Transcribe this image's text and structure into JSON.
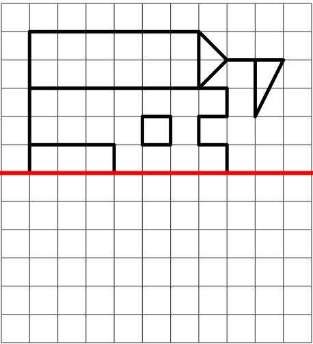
{
  "grid": {
    "columns": 11,
    "rows": 12,
    "line_color": "#4d4d4d",
    "background": "#ffffff"
  },
  "figure": {
    "stroke_color": "#000000",
    "polylines": [
      {
        "name": "body-outline",
        "points": [
          [
            1,
            6
          ],
          [
            1,
            1
          ],
          [
            7,
            1
          ],
          [
            8,
            2
          ],
          [
            7,
            3
          ],
          [
            1,
            3
          ]
        ]
      },
      {
        "name": "flag-divider",
        "points": [
          [
            7,
            1
          ],
          [
            7,
            3
          ]
        ]
      },
      {
        "name": "rear-leg",
        "points": [
          [
            1,
            5
          ],
          [
            4,
            5
          ],
          [
            4,
            6
          ]
        ]
      },
      {
        "name": "front-leg-step",
        "points": [
          [
            7,
            3
          ],
          [
            8,
            3
          ],
          [
            8,
            4
          ],
          [
            7,
            4
          ],
          [
            7,
            5
          ],
          [
            8,
            5
          ],
          [
            8,
            6
          ]
        ]
      },
      {
        "name": "triangle-flag",
        "points": [
          [
            8,
            2
          ],
          [
            10,
            2
          ],
          [
            9,
            4
          ],
          [
            9,
            2
          ]
        ]
      }
    ],
    "rectangles": [
      {
        "name": "square-window",
        "from": [
          5,
          4
        ],
        "to": [
          6,
          5
        ]
      }
    ]
  },
  "mirror_line": {
    "row": 6,
    "color": "#f00000"
  }
}
